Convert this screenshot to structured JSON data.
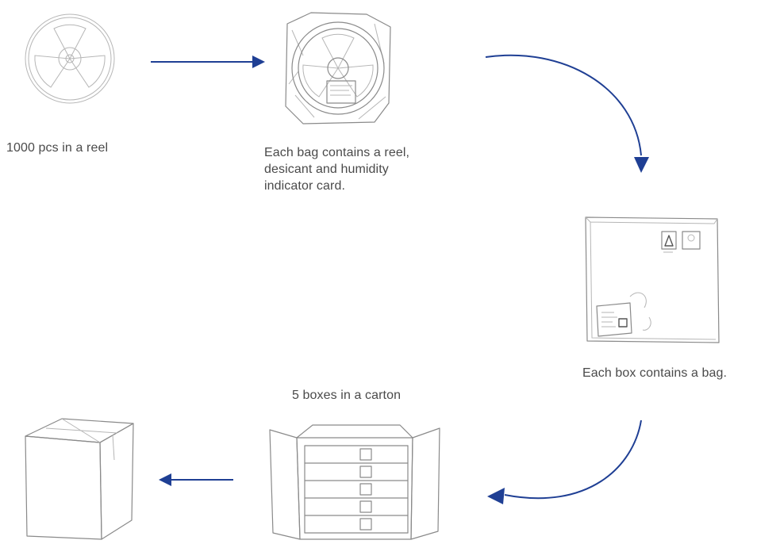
{
  "colors": {
    "arrow": "#1f3f94",
    "sketch": "#8a8a8a",
    "text": "#4a4a4a"
  },
  "steps": [
    {
      "caption": "1000 pcs in a reel",
      "icon": "reel-icon"
    },
    {
      "caption": "Each bag contains a reel,\ndesicant and humidity\nindicator card.",
      "icon": "bagged-reel-icon"
    },
    {
      "caption": "Each box contains a bag.",
      "icon": "box-icon"
    },
    {
      "caption": "5 boxes in a carton",
      "icon": "open-carton-icon"
    },
    {
      "caption": "",
      "icon": "closed-carton-icon"
    }
  ]
}
